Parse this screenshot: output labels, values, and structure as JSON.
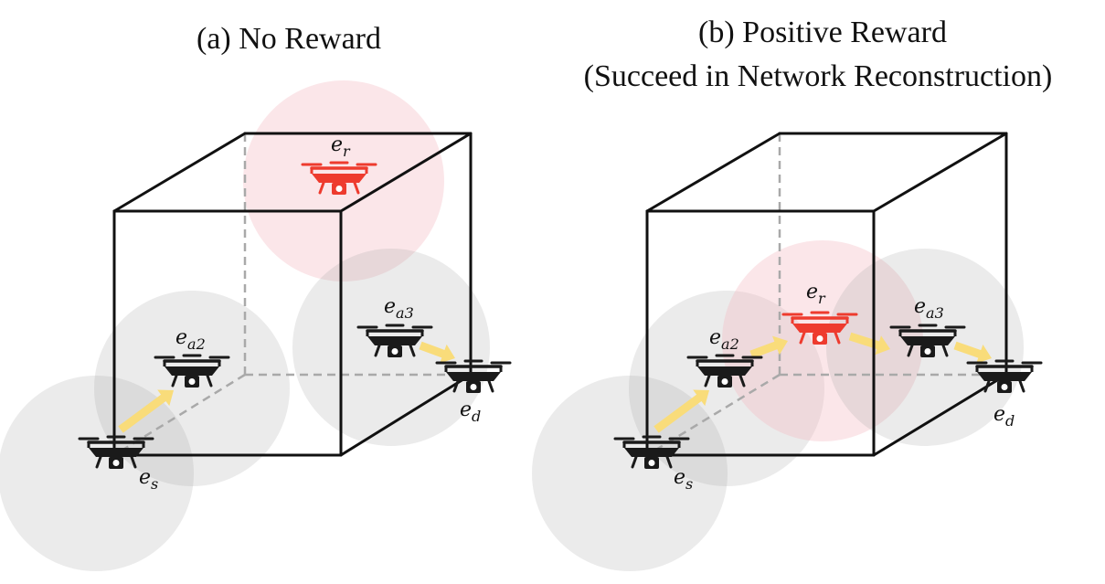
{
  "panels": [
    {
      "title_lines": [
        "(a) No Reward"
      ],
      "nodes": [
        {
          "id": "es",
          "base": "e",
          "sub": "s",
          "role": "source"
        },
        {
          "id": "ea2",
          "base": "e",
          "sub": "a2",
          "role": "agent"
        },
        {
          "id": "er",
          "base": "e",
          "sub": "r",
          "role": "relay"
        },
        {
          "id": "ea3",
          "base": "e",
          "sub": "a3",
          "role": "agent"
        },
        {
          "id": "ed",
          "base": "e",
          "sub": "d",
          "role": "destination"
        }
      ]
    },
    {
      "title_lines": [
        "(b) Positive Reward",
        "(Succeed in Network Reconstruction)"
      ],
      "nodes": [
        {
          "id": "es",
          "base": "e",
          "sub": "s",
          "role": "source"
        },
        {
          "id": "ea2",
          "base": "e",
          "sub": "a2",
          "role": "agent"
        },
        {
          "id": "er",
          "base": "e",
          "sub": "r",
          "role": "relay"
        },
        {
          "id": "ea3",
          "base": "e",
          "sub": "a3",
          "role": "agent"
        },
        {
          "id": "ed",
          "base": "e",
          "sub": "d",
          "role": "destination"
        }
      ]
    }
  ],
  "colors": {
    "drone_normal": "#1a1a1a",
    "drone_relay": "#ee3b2e",
    "range_normal": "#9a9a9a",
    "range_relay": "#f4b8c0",
    "arrow": "#f9dc7a",
    "cube_edge": "#111111",
    "hidden_edge": "#a9a9a9"
  },
  "icons": {
    "drone": "quadcopter-drone-icon",
    "arrow": "link-arrow-icon"
  }
}
